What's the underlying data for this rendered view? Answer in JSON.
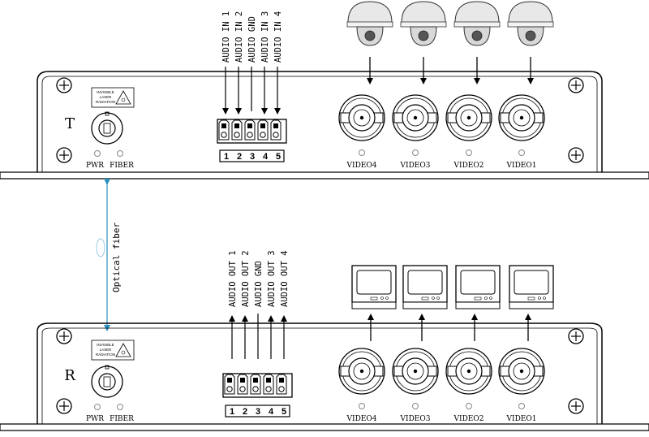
{
  "transmitter": {
    "unit_letter": "T",
    "laser_warning": [
      "INVISIBLE",
      "LASER",
      "RADIATION"
    ],
    "pwr_label": "PWR",
    "fiber_label": "FIBER",
    "audio_lines": [
      "AUDIO IN 1",
      "AUDIO IN 2",
      "AUDIO GND",
      "AUDIO IN 3",
      "AUDIO IN 4"
    ],
    "terminal_numbers": [
      "1",
      "2",
      "3",
      "4",
      "5"
    ],
    "video_ports": [
      "VIDEO4",
      "VIDEO3",
      "VIDEO2",
      "VIDEO1"
    ]
  },
  "receiver": {
    "unit_letter": "R",
    "laser_warning": [
      "INVISIBLE",
      "LASER",
      "RADIATION"
    ],
    "pwr_label": "PWR",
    "fiber_label": "FIBER",
    "audio_lines": [
      "AUDIO OUT 1",
      "AUDIO OUT 2",
      "AUDIO GND",
      "AUDIO OUT 3",
      "AUDIO OUT 4"
    ],
    "terminal_numbers": [
      "1",
      "2",
      "3",
      "4",
      "5"
    ],
    "video_ports": [
      "VIDEO4",
      "VIDEO3",
      "VIDEO2",
      "VIDEO1"
    ]
  },
  "link": {
    "label": "Optical fiber",
    "color": "#2a8fbf"
  }
}
